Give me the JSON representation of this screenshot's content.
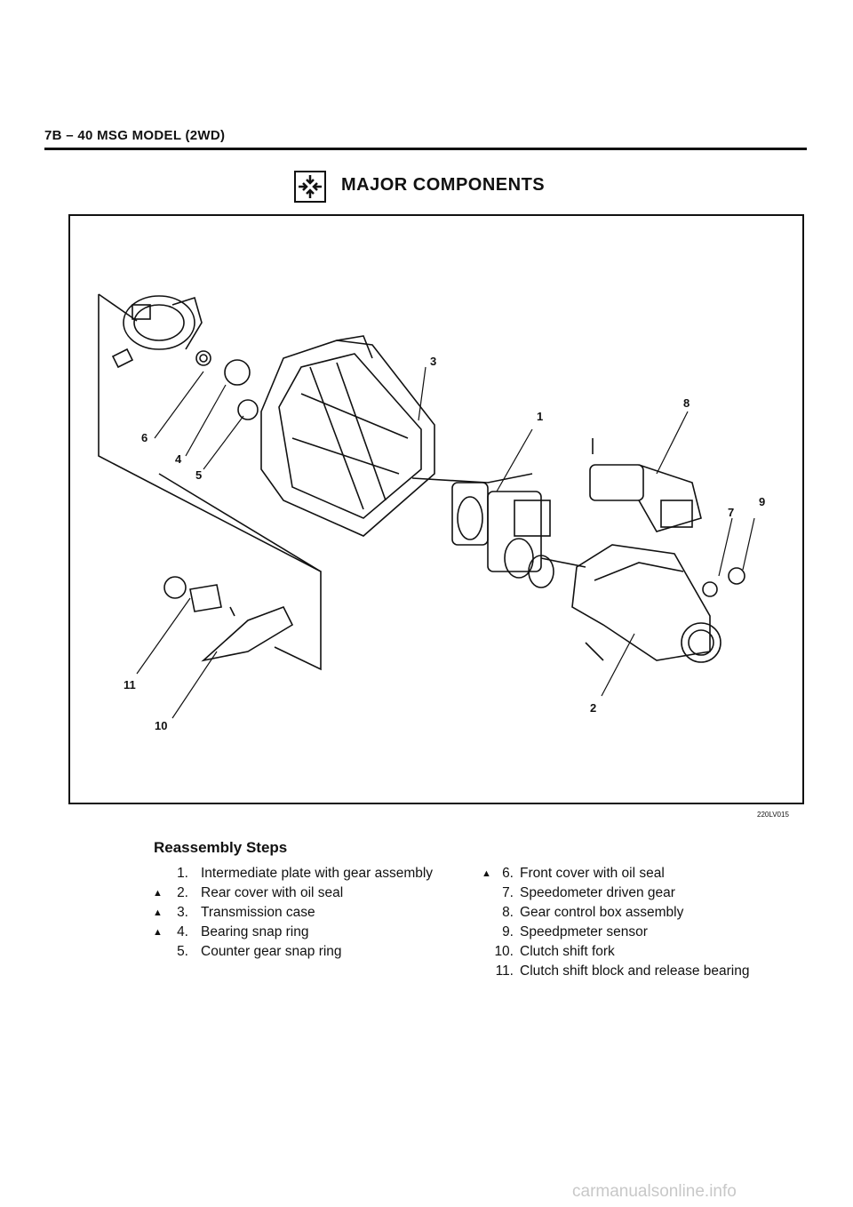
{
  "header": {
    "title": "7B – 40 MSG MODEL (2WD)"
  },
  "section": {
    "icon": "assembly-arrows-icon",
    "title": "MAJOR COMPONENTS"
  },
  "figure": {
    "code": "220LV015",
    "callouts": [
      "1",
      "2",
      "3",
      "4",
      "5",
      "6",
      "7",
      "8",
      "9",
      "10",
      "11"
    ]
  },
  "steps": {
    "title": "Reassembly Steps",
    "marker_symbol": "▲",
    "left": [
      {
        "marker": "",
        "num": "1.",
        "text": "Intermediate plate with gear assembly"
      },
      {
        "marker": "▲",
        "num": "2.",
        "text": "Rear cover with oil seal"
      },
      {
        "marker": "▲",
        "num": "3.",
        "text": "Transmission case"
      },
      {
        "marker": "▲",
        "num": "4.",
        "text": "Bearing snap ring"
      },
      {
        "marker": "",
        "num": "5.",
        "text": "Counter gear snap ring"
      }
    ],
    "right": [
      {
        "marker": "▲",
        "num": "6.",
        "text": "Front cover with oil seal"
      },
      {
        "marker": "",
        "num": "7.",
        "text": "Speedometer driven gear"
      },
      {
        "marker": "",
        "num": "8.",
        "text": "Gear control box assembly"
      },
      {
        "marker": "",
        "num": "9.",
        "text": "Speedpmeter sensor"
      },
      {
        "marker": "",
        "num": "10.",
        "text": "Clutch shift fork"
      },
      {
        "marker": "",
        "num": "11.",
        "text": "Clutch shift block and release bearing"
      }
    ]
  },
  "footer": {
    "watermark": "carmanualsonline.info"
  }
}
